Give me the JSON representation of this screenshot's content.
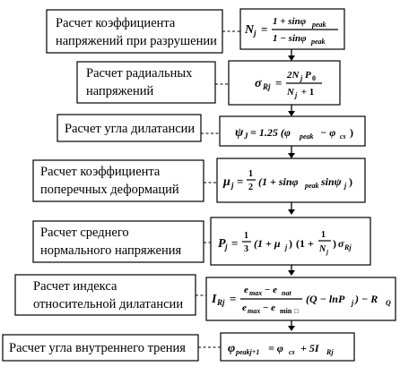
{
  "steps": [
    {
      "label_lines": [
        "Расчет коэффициента",
        "напряжений при разрушении"
      ]
    },
    {
      "label_lines": [
        "Расчет радиальных",
        "напряжений"
      ]
    },
    {
      "label_lines": [
        "Расчет угла дилатансии"
      ]
    },
    {
      "label_lines": [
        "Расчет коэффициента",
        "поперечных деформаций"
      ]
    },
    {
      "label_lines": [
        "Расчет среднего",
        "нормального напряжения"
      ]
    },
    {
      "label_lines": [
        "Расчет индекса",
        "относительной дилатансии"
      ]
    },
    {
      "label_lines": [
        "Расчет угла внутреннего трения"
      ]
    }
  ],
  "formulas": {
    "f1": {
      "lhs": "N",
      "lhs_sub": "j",
      "eq": "=",
      "num": "1 + sinφ",
      "num_sub": "peak",
      "den": "1 − sinφ",
      "den_sub": "peak"
    },
    "f2": {
      "lhs": "σ",
      "lhs_sub": "Rj",
      "eq": "=",
      "num_a": "2N",
      "num_a_sub": "j",
      "num_b": "P",
      "num_b_sub": "0",
      "den": "N",
      "den_sub": "j",
      "den_tail": " + 1"
    },
    "f3": {
      "lhs": "ψ",
      "lhs_sub": "J",
      "rhs_a": " = 1.25 (φ",
      "rhs_a_sub": "peak",
      "rhs_b": " − φ",
      "rhs_b_sub": "cs",
      "rhs_end": ")"
    },
    "f4": {
      "lhs": "μ",
      "lhs_sub": "j",
      "eq": "=",
      "half_num": "1",
      "half_den": "2",
      "body_a": "(1 + sinφ",
      "body_a_sub": "peak",
      "body_b": "sinψ",
      "body_b_sub": "j",
      "body_end": ")"
    },
    "f5": {
      "lhs": "P",
      "lhs_sub": "j",
      "eq": "=",
      "third_num": "1",
      "third_den": "3",
      "body_a": "(1 + μ",
      "body_a_sub": "j",
      "body_a_end": ")",
      "paren_open": "(1 +",
      "inv_num": "1",
      "inv_den": "N",
      "inv_den_sub": "j",
      "paren_close": ")",
      "tail": "σ",
      "tail_sub": "Rj"
    },
    "f6": {
      "lhs": "I",
      "lhs_sub": "Rj",
      "eq": "=",
      "num": "e",
      "num_sub1": "max",
      "num_mid": " − e",
      "num_sub2": "nat",
      "den": "e",
      "den_sub1": "max",
      "den_mid": " − e",
      "den_sub2": "min",
      "den_box": "□",
      "body": "(Q − lnP",
      "body_sub": "j",
      "body_end": ") − R",
      "body_end_sub": "Q"
    },
    "f7": {
      "lhs": "φ",
      "lhs_sub": "peakj+1",
      "rhs_a": " = φ",
      "rhs_a_sub": "cs",
      "rhs_b": " + 5I",
      "rhs_b_sub": "Rj"
    }
  }
}
